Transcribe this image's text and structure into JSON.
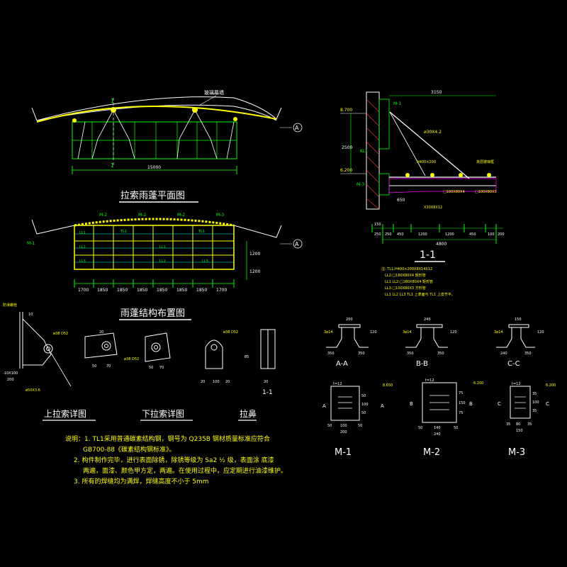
{
  "titles": {
    "plan": "拉索雨蓬平面图",
    "structure": "雨蓬结构布置图",
    "upper_detail": "上拉索详图",
    "lower_detail": "下拉索详图",
    "lug": "拉鼻",
    "section_main": "1-1",
    "section_small": "1-1",
    "aa": "A-A",
    "bb": "B-B",
    "cc": "C-C",
    "m1": "M-1",
    "m2": "M-2",
    "m3": "M-3"
  },
  "plan": {
    "total_dim": "15000",
    "cut_mark": "1",
    "axis": "A",
    "label": "玻璃幕墙"
  },
  "structure": {
    "axis": "A",
    "dims": [
      "1700",
      "1850",
      "1850",
      "1850",
      "1850",
      "1850",
      "1850",
      "1700"
    ],
    "tags_m": [
      "M-2",
      "M-2",
      "M-2",
      "M-3"
    ],
    "tag_m1": "M-1",
    "right_dims": [
      "1200",
      "1200"
    ],
    "beams": [
      "TL1",
      "TL1",
      "LL1",
      "LL2",
      "LL3",
      "LL1",
      "LL2",
      "LL3"
    ]
  },
  "section": {
    "top_dim": "3150",
    "elev_top": "8.700",
    "elev_low": "6.200",
    "height": "2500",
    "rod": "ø30X4.2",
    "tag_m1": "M-1",
    "tag_m3": "M-3",
    "kl": "KL1",
    "bottom_dims": [
      "150",
      "250",
      "250",
      "450",
      "1200",
      "1200",
      "450",
      "100",
      "200"
    ],
    "total": "4800",
    "left_dim": "650",
    "note_lines": [
      "注: TL1:H400×200X8X14X12",
      "LL2:□180X80X4 矩形管",
      "LL1 LL2:□180X80X4 矩形管",
      "LL3:□100X80X3 方形管",
      "LL1 LL2 LL3 TL1 上表面与 TL1 上皮齐平。"
    ],
    "labels": [
      "H400×200",
      "□180X80X4",
      "□100X80X3",
      "X30X8X12",
      "夹层玻璃框"
    ]
  },
  "sections_abc": {
    "aa_dims": [
      "200",
      "350",
      "350"
    ],
    "bb_dims": [
      "240",
      "350",
      "350"
    ],
    "cc_dims": [
      "150",
      "240",
      "350"
    ],
    "weld": "3ø14",
    "side": "120"
  },
  "plates": {
    "m1": {
      "t": "t=12",
      "elev": "8.650",
      "dims": [
        "50",
        "100",
        "50"
      ],
      "total": "200",
      "side": [
        "50",
        "100",
        "50"
      ]
    },
    "m2": {
      "t": "t=12",
      "elev": "6.200",
      "dims": [
        "50",
        "140",
        "50"
      ],
      "total": "240",
      "side": [
        "75",
        "150",
        "75"
      ]
    },
    "m3": {
      "t": "t=12",
      "elev": "6.200",
      "dims": [
        "35",
        "80",
        "35"
      ],
      "total": "150",
      "side": [
        "35",
        "100",
        "35"
      ]
    },
    "letters": [
      "A",
      "A",
      "B",
      "B",
      "C",
      "C"
    ]
  },
  "details": {
    "upper_labels": [
      "防滑螺栓",
      "ø38 D52",
      "-10X100",
      "200",
      "ø50X3.6",
      "10"
    ],
    "lower_labels": [
      "ø38 D52",
      "20",
      "50",
      "70",
      "50",
      "70"
    ],
    "lug_labels": [
      "20",
      "100",
      "20",
      "85",
      "20"
    ]
  },
  "notes": [
    "说明：1. TL1采用普通碳素结构钢，钢号为 Q235B 钢材质量标准应符合",
    "GB700-88《碳素结构钢标准》。",
    "2. 构件制作完毕，进行表面除锈，除锈等级为 Sa2 ½ 级，表面涂 底漆",
    "两遍，面漆、颜色甲方定，两遍。在使用过程中，应定期进行油漆维护。",
    "3. 所有的焊缝均为满焊，焊缝高度不小于 5mm"
  ],
  "colors": {
    "yellow": "#ffff00",
    "green": "#00ff00",
    "cyan": "#00ffff",
    "white": "#ffffff",
    "red": "#ff3030",
    "magenta": "#ff00ff"
  }
}
